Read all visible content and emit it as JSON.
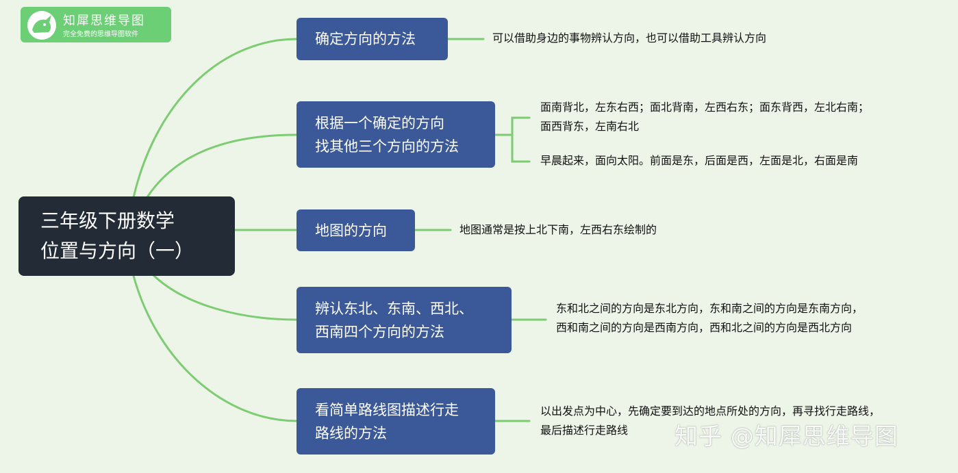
{
  "logo": {
    "name": "知犀思维导图",
    "slogan": "完全免费的思维导图软件"
  },
  "root": {
    "lines": [
      "三年级下册数学",
      "位置与方向（一）"
    ]
  },
  "branches": [
    {
      "lines": [
        "确定方向的方法"
      ],
      "notes": [
        "可以借助身边的事物辨认方向，也可以借助工具辨认方向"
      ]
    },
    {
      "lines": [
        "根据一个确定的方向",
        "找其他三个方向的方法"
      ],
      "notes": [
        "面南背北，左东右西；面北背南，左西右东；面东背西，左北右南；",
        "面西背东，左南右北",
        "早晨起来，面向太阳。前面是东，后面是西，左面是北，右面是南"
      ]
    },
    {
      "lines": [
        "地图的方向"
      ],
      "notes": [
        "地图通常是按上北下南，左西右东绘制的"
      ]
    },
    {
      "lines": [
        "辨认东北、东南、西北、",
        "西南四个方向的方法"
      ],
      "notes": [
        "东和北之间的方向是东北方向，东和南之间的方向是东南方向，",
        "西和南之间的方向是西南方向，西和北之间的方向是西北方向"
      ]
    },
    {
      "lines": [
        "看简单路线图描述行走",
        "路线的方法"
      ],
      "notes": [
        "以出发点为中心，先确定要到达的地点所处的方向，再寻找行走路线，",
        "最后描述行走路线"
      ]
    }
  ],
  "watermark": "知乎 @知犀思维导图",
  "colors": {
    "background": "#edf4e8",
    "root": "#222b36",
    "branch": "#3b5998",
    "connector": "#7ccd72",
    "logo": "#6ccf75"
  }
}
